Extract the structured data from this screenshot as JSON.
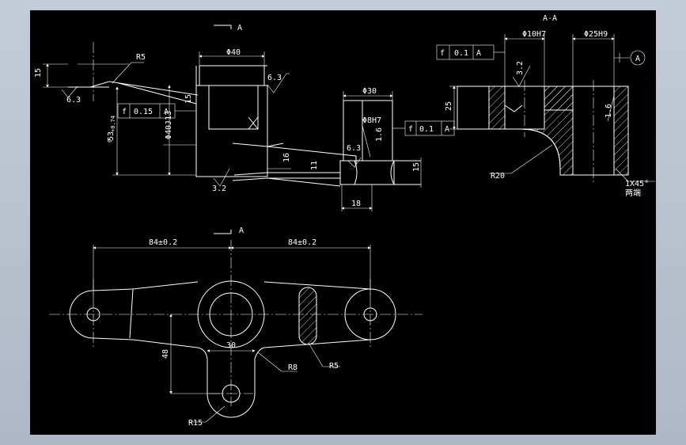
{
  "colors": {
    "background": "#000000",
    "frame": "#b8c2cf",
    "line": "#ffffff"
  },
  "labels": {
    "section_a_top": "A",
    "section_a_bottom": "A",
    "section_title": "A-A",
    "datum_a": "A"
  },
  "front_view": {
    "r5": "R5",
    "d15_left": "15",
    "r63_left": "6.3",
    "phi40": "Φ40",
    "r63_top": "6.3",
    "d15_mid": "15",
    "tol_sym": "f",
    "tol_val": "0.15",
    "tol_ref": "A",
    "d53": "53",
    "d53_tol_up": "+0.74",
    "d53_tol_lo": "0",
    "phi40_13": "Φ40J13",
    "r32": "3.2",
    "phi30": "Φ30",
    "phi8h7": "Φ8H7",
    "r16": "1.6",
    "r63_right": "6.3",
    "d16": "16",
    "d11": "11",
    "d15_right": "15",
    "d18": "18",
    "tol2_sym": "f",
    "tol2_val": "0.1",
    "tol2_ref": "A"
  },
  "section_view": {
    "phi10h7": "Φ10H7",
    "phi25h9": "Φ25H9",
    "tol_sym": "f",
    "tol_val": "0.1",
    "tol_ref": "A",
    "r32": "3.2",
    "d25": "25",
    "r16": "1.6",
    "r20": "R20",
    "chamfer": "1X45°",
    "chamfer_note": "两端"
  },
  "top_view": {
    "d84_left": "84±0.2",
    "d84_right": "84±0.2",
    "d48": "48",
    "d30": "30",
    "r8": "R8",
    "r5": "R5",
    "r15": "R15"
  }
}
